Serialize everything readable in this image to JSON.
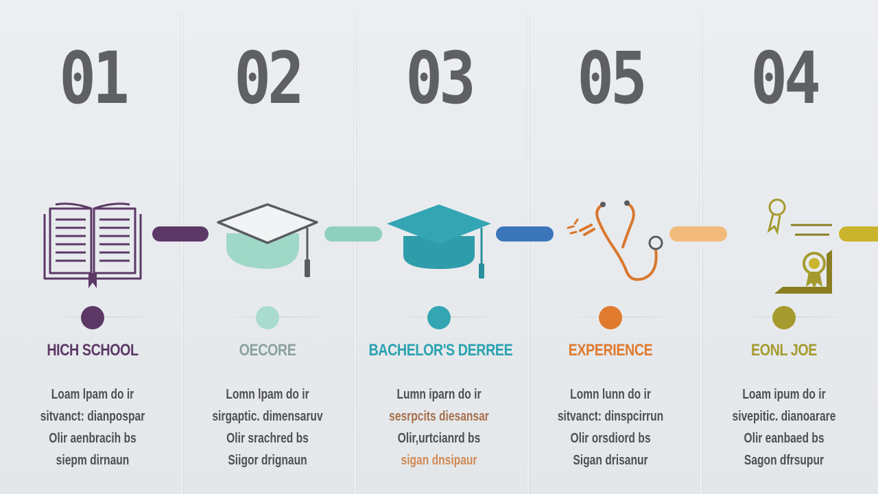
{
  "colors": {
    "number": "#5f6063",
    "purple": "#5b3866",
    "mint": "#8fcfbe",
    "teal": "#33a5b3",
    "blue": "#3c76ba",
    "orange": "#e07a2e",
    "peach": "#f3bb7b",
    "olive": "#a59a2e",
    "mustard": "#cbb42d",
    "desc": "#4e4f52",
    "desc_highlight": "#d08a55"
  },
  "steps": [
    {
      "number": "01",
      "title": "HICH SCHOOL",
      "title_color": "#5b3866",
      "dot_color": "#5b3866",
      "icon": "open-book-icon",
      "desc": [
        "Loam lpam do ir",
        "sitvanct: dianpospar",
        "Olir aenbracih bs",
        "siepm dirnaun"
      ]
    },
    {
      "number": "02",
      "title": "OECORE",
      "title_color": "#8aa29b",
      "dot_color": "#a9dccd",
      "icon": "graduation-cap-outline-icon",
      "desc": [
        "Lomn lpam do ir",
        "sirgaptic. dimensaruv",
        "Olir srachred bs",
        "Siigor drignaun"
      ]
    },
    {
      "number": "03",
      "title": "BACHELOR'S DERREE",
      "title_color": "#2aa2b1",
      "dot_color": "#33a5b3",
      "icon": "graduation-cap-filled-icon",
      "desc": [
        "Lumn iparn do ir",
        "sesrpcits diesansar",
        "Olir,urtcianrd bs",
        "sigan dnsipaur"
      ]
    },
    {
      "number": "05",
      "title": "EXPERIENCE",
      "title_color": "#e07a2e",
      "dot_color": "#e07a2e",
      "icon": "stethoscope-icon",
      "desc": [
        "Lomn lunn do ir",
        "sitvanct: dinspcirrun",
        "Olir orsdiord bs",
        "Sigan drisanur"
      ]
    },
    {
      "number": "04",
      "title": "EONL JOE",
      "title_color": "#a59a2e",
      "dot_color": "#a59a2e",
      "icon": "certificate-icon",
      "desc": [
        "Loam ipum do ir",
        "sivepitic. dianoarare",
        "Olir eanbaed bs",
        "Sagon dfrsupur"
      ]
    }
  ]
}
